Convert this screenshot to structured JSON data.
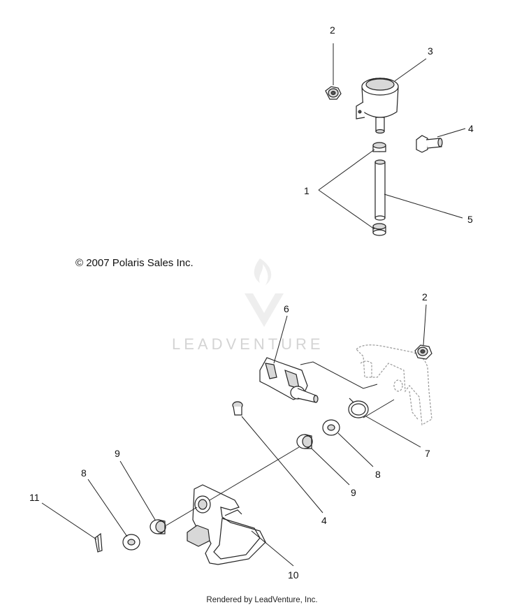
{
  "copyright": "© 2007 Polaris Sales Inc.",
  "watermark": "LEADVENTURE",
  "footer": "Rendered by LeadVenture, Inc.",
  "callouts": [
    {
      "id": "c-2-top",
      "label": "2"
    },
    {
      "id": "c-3",
      "label": "3"
    },
    {
      "id": "c-4-top",
      "label": "4"
    },
    {
      "id": "c-1",
      "label": "1"
    },
    {
      "id": "c-5",
      "label": "5"
    },
    {
      "id": "c-6",
      "label": "6"
    },
    {
      "id": "c-2-bottom",
      "label": "2"
    },
    {
      "id": "c-7",
      "label": "7"
    },
    {
      "id": "c-8-right",
      "label": "8"
    },
    {
      "id": "c-9-right",
      "label": "9"
    },
    {
      "id": "c-4-bottom",
      "label": "4"
    },
    {
      "id": "c-9-left",
      "label": "9"
    },
    {
      "id": "c-8-left",
      "label": "8"
    },
    {
      "id": "c-11",
      "label": "11"
    },
    {
      "id": "c-10",
      "label": "10"
    }
  ]
}
